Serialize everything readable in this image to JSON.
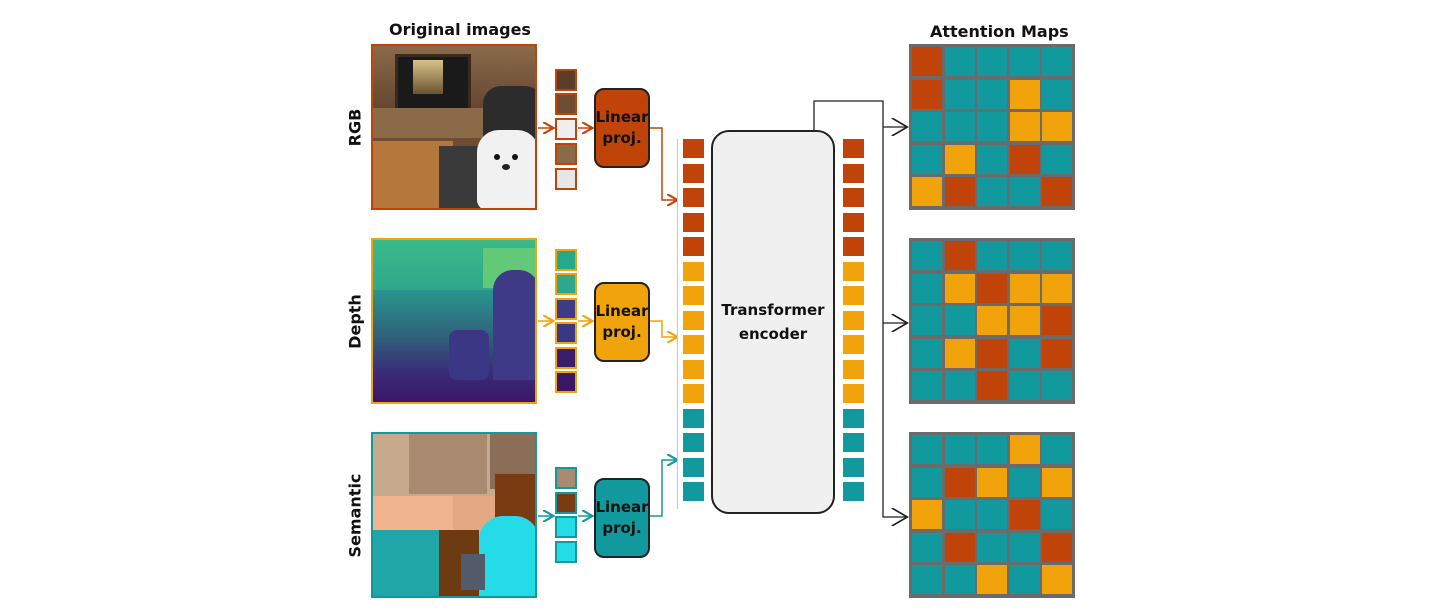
{
  "titles": {
    "left": "Original images",
    "right": "Attention Maps"
  },
  "rows": [
    {
      "label": "RGB",
      "color": "#c0440a",
      "proj_label": "Linear\nproj."
    },
    {
      "label": "Depth",
      "color": "#f0a30a",
      "proj_label": "Linear\nproj."
    },
    {
      "label": "Semantic",
      "color": "#11999e",
      "proj_label": "Linear\nproj."
    }
  ],
  "encoder_label": "Transformer\nencoder",
  "colors": {
    "orange_red": "#c0440a",
    "amber": "#f0a30a",
    "teal": "#11999e",
    "grid": "#6b6b6b"
  },
  "attention_maps": [
    [
      [
        "R",
        "T",
        "T",
        "T",
        "T"
      ],
      [
        "R",
        "T",
        "T",
        "A",
        "T"
      ],
      [
        "T",
        "T",
        "T",
        "A",
        "A"
      ],
      [
        "T",
        "A",
        "T",
        "R",
        "T"
      ],
      [
        "A",
        "R",
        "T",
        "T",
        "R"
      ]
    ],
    [
      [
        "T",
        "R",
        "T",
        "T",
        "T"
      ],
      [
        "T",
        "A",
        "R",
        "A",
        "A"
      ],
      [
        "T",
        "T",
        "A",
        "A",
        "R"
      ],
      [
        "T",
        "A",
        "R",
        "T",
        "R"
      ],
      [
        "T",
        "T",
        "R",
        "T",
        "T"
      ]
    ],
    [
      [
        "T",
        "T",
        "T",
        "A",
        "T"
      ],
      [
        "T",
        "R",
        "A",
        "T",
        "A"
      ],
      [
        "A",
        "T",
        "T",
        "R",
        "T"
      ],
      [
        "T",
        "R",
        "T",
        "T",
        "R"
      ],
      [
        "T",
        "T",
        "A",
        "T",
        "A"
      ]
    ]
  ]
}
